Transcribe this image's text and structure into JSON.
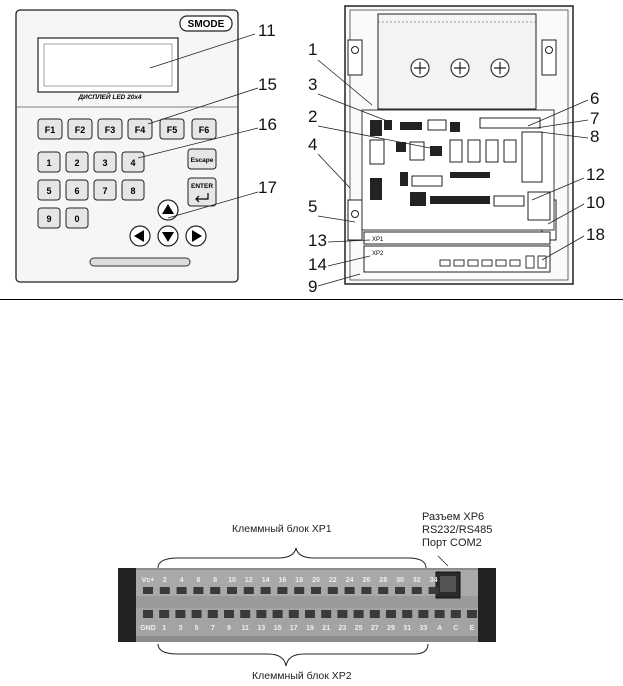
{
  "front_panel": {
    "brand": "SMODE",
    "display_label": "ДИСПЛЕЙ LED 20x4",
    "function_keys": [
      "F1",
      "F2",
      "F3",
      "F4",
      "F5",
      "F6"
    ],
    "number_keys": [
      "1",
      "2",
      "3",
      "4",
      "5",
      "6",
      "7",
      "8",
      "9",
      "0"
    ],
    "escape_label": "Escape",
    "enter_label": "ENTER",
    "callouts": {
      "display": "11",
      "fkeys": "15",
      "numkeys": "16",
      "arrows": "17"
    }
  },
  "internal_view": {
    "callouts": [
      "1",
      "3",
      "2",
      "4",
      "5",
      "13",
      "14",
      "9",
      "6",
      "7",
      "8",
      "12",
      "10",
      "18"
    ],
    "xp1_label": "XP1",
    "xp2_label": "XP2"
  },
  "terminal_block": {
    "top_caption": "Клеммный блок XP1",
    "bottom_caption": "Клеммный блок XP2",
    "connector_caption": [
      "Разъем  XP6",
      "RS232/RS485",
      "Порт COM2"
    ],
    "top_labels": [
      "Vc+",
      "2",
      "4",
      "6",
      "8",
      "10",
      "12",
      "14",
      "16",
      "18",
      "20",
      "22",
      "24",
      "26",
      "28",
      "30",
      "32",
      "34"
    ],
    "bottom_labels": [
      "GND",
      "1",
      "3",
      "5",
      "7",
      "9",
      "11",
      "13",
      "15",
      "17",
      "19",
      "21",
      "23",
      "25",
      "27",
      "29",
      "31",
      "33",
      "A",
      "C",
      "E"
    ]
  }
}
